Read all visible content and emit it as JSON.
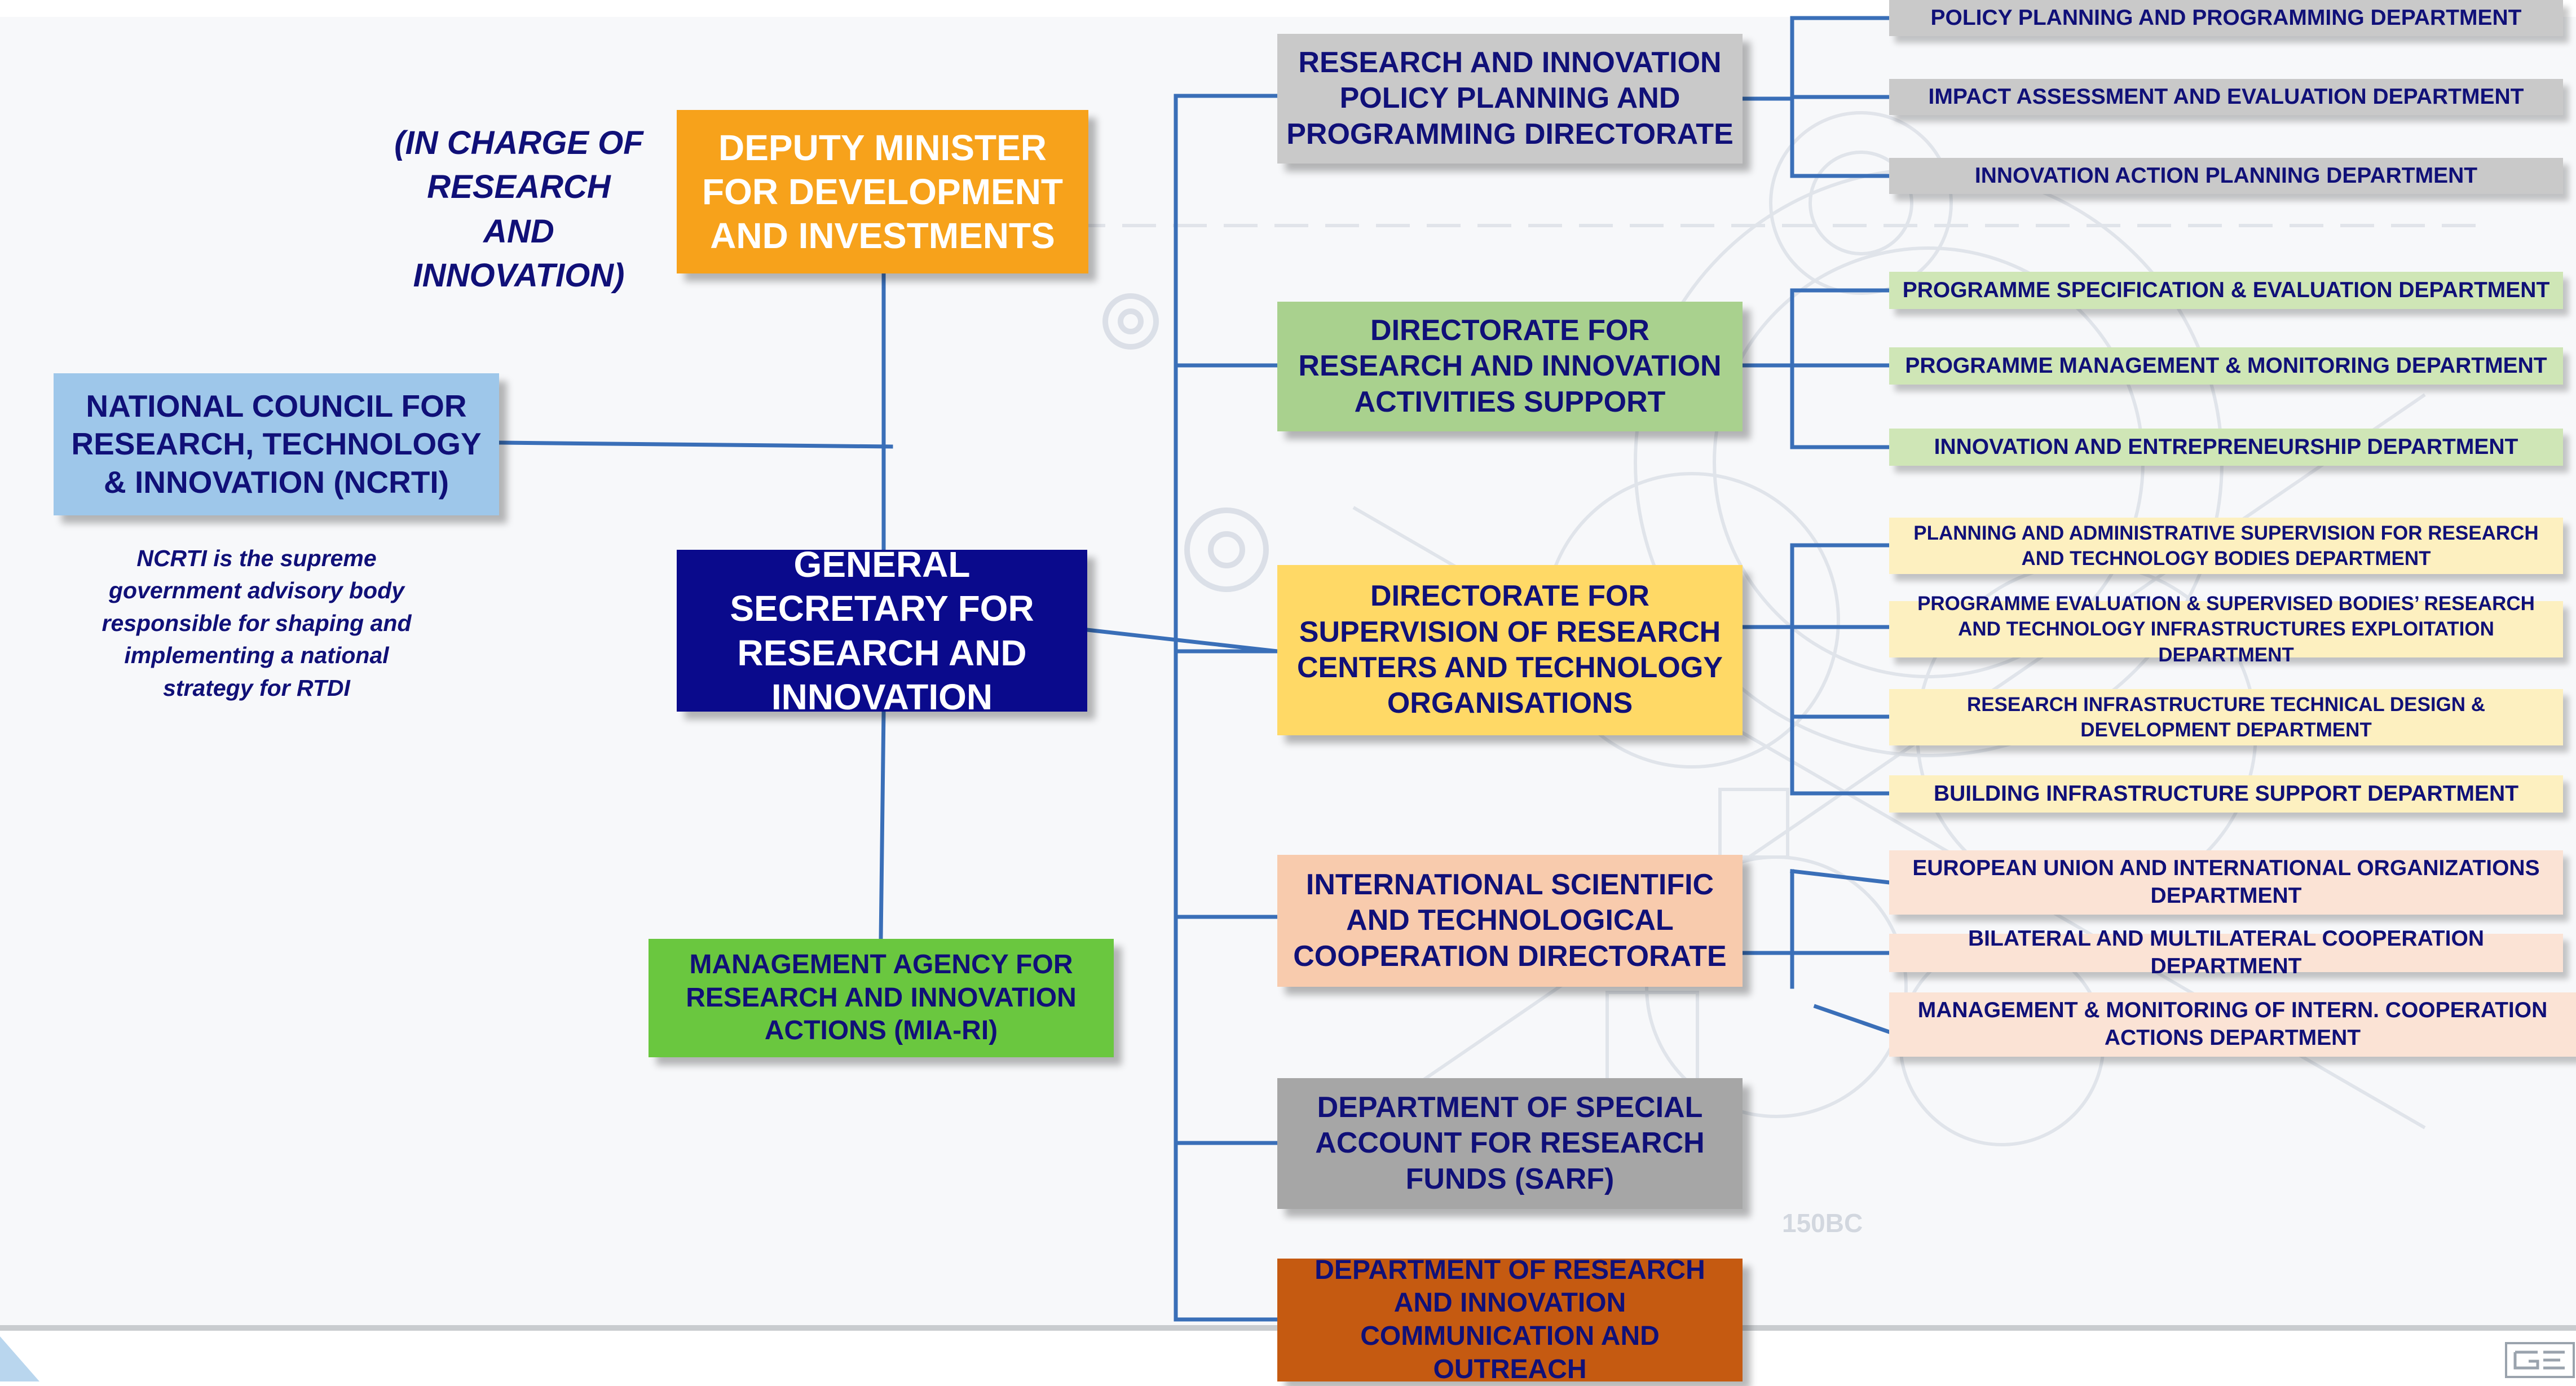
{
  "top_note": "(IN CHARGE OF RESEARCH AND INNOVATION)",
  "deputy_minister": "DEPUTY MINISTER FOR DEVELOPMENT AND INVESTMENTS",
  "ncrti": {
    "title": "NATIONAL COUNCIL FOR RESEARCH, TECHNOLOGY & INNOVATION (NCRTI)",
    "note": "NCRTI is the supreme government advisory body responsible for shaping and implementing a national strategy for RTDI"
  },
  "general_secretary": "GENERAL SECRETARY FOR RESEARCH AND INNOVATION",
  "mia_ri": "MANAGEMENT AGENCY  FOR RESEARCH AND INNOVATION ACTIONS (MIA-RI)",
  "directorates": [
    {
      "name": "RESEARCH AND INNOVATION POLICY PLANNING AND PROGRAMMING DIRECTORATE",
      "departments": [
        "POLICY PLANNING AND PROGRAMMING DEPARTMENT",
        "IMPACT ASSESSMENT AND EVALUATION DEPARTMENT",
        "INNOVATION ACTION PLANNING DEPARTMENT"
      ]
    },
    {
      "name": "DIRECTORATE FOR RESEARCH AND INNOVATION ACTIVITIES SUPPORT",
      "departments": [
        "PROGRAMME SPECIFICATION & EVALUATION DEPARTMENT",
        "PROGRAMME MANAGEMENT & MONITORING DEPARTMENT",
        "INNOVATION AND ENTREPRENEURSHIP DEPARTMENT"
      ]
    },
    {
      "name": "DIRECTORATE FOR SUPERVISION OF RESEARCH CENTERS AND TECHNOLOGY ORGANISATIONS",
      "departments": [
        "PLANNING AND ADMINISTRATIVE SUPERVISION FOR RESEARCH AND TECHNOLOGY BODIES DEPARTMENT",
        "PROGRAMME EVALUATION & SUPERVISED BODIES’ RESEARCH AND TECHNOLOGY INFRASTRUCTURES EXPLOITATION DEPARTMENT",
        "RESEARCH INFRASTRUCTURE TECHNICAL DESIGN & DEVELOPMENT DEPARTMENT",
        "BUILDING INFRASTRUCTURE SUPPORT DEPARTMENT"
      ]
    },
    {
      "name": "INTERNATIONAL SCIENTIFIC AND TECHNOLOGICAL COOPERATION DIRECTORATE",
      "departments": [
        "EUROPEAN UNION AND INTERNATIONAL ORGANIZATIONS DEPARTMENT",
        "BILATERAL AND MULTILATERAL COOPERATION DEPARTMENT",
        "MANAGEMENT & MONITORING OF INTERN. COOPERATION ACTIONS DEPARTMENT"
      ]
    },
    {
      "name": "DEPARTMENT OF SPECIAL ACCOUNT FOR RESEARCH FUNDS (SARF)"
    },
    {
      "name": "DEPARTMENT OF RESEARCH AND INNOVATION COMMUNICATION AND OUTREACH"
    }
  ],
  "watermark_text": "150BC",
  "colors": {
    "connector": "#3a6fb8",
    "deputy_minister": "#f7a21b",
    "general_secretary": "#0a0a8c",
    "ncrti": "#9ec7ea",
    "mia_ri": "#6ac73f",
    "directorate_policy": "#c9c9c9",
    "directorate_support": "#a9d18e",
    "directorate_supervision": "#ffd966",
    "directorate_international": "#f8cbad",
    "department_sarf": "#a6a6a6",
    "department_communication": "#c55a11",
    "text_dark": "#101078"
  }
}
